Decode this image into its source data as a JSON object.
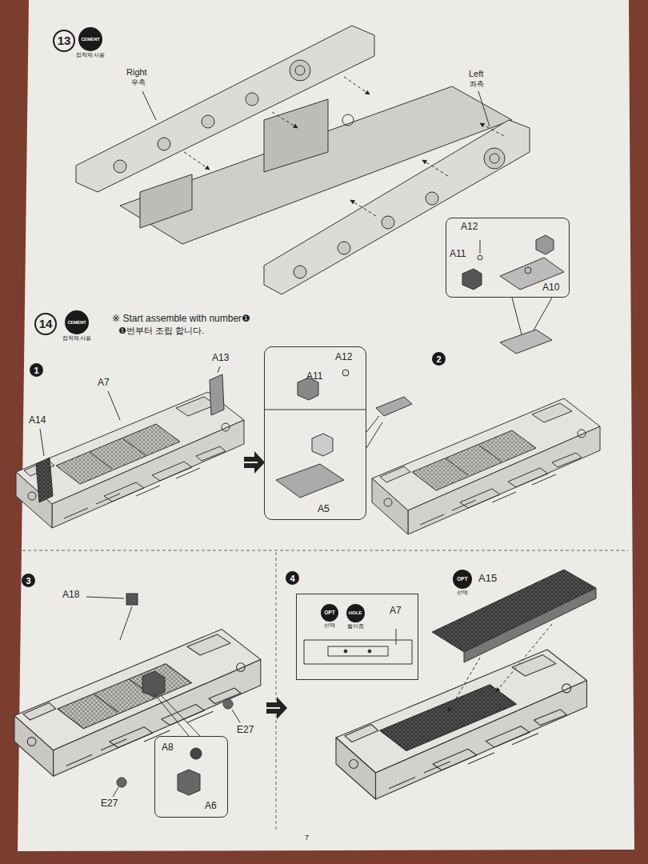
{
  "diagram": {
    "nodes": [
      {
        "text": [
          "13"
        ]
      },
      {
        "text": [
          "CEMENT",
          "접착제 사용"
        ]
      },
      {
        "text": [
          "A12",
          "A11",
          "A10"
        ]
      },
      {
        "text": [
          "14"
        ]
      },
      {
        "text": [
          "CEMENT",
          "접착제 사용"
        ]
      },
      {
        "text": [
          "1"
        ]
      },
      {
        "text": [
          "A12",
          "A11",
          "A5"
        ]
      },
      {
        "text": [
          "2"
        ]
      },
      {
        "text": [
          "3"
        ]
      },
      {
        "text": [
          "A8",
          "A6"
        ]
      },
      {
        "text": [
          "4"
        ]
      },
      {
        "text": [
          "A7"
        ]
      },
      {
        "text": [
          "OPT",
          "선택"
        ],
        "in": 11
      },
      {
        "text": [
          "HOLE",
          "뚫어줌"
        ],
        "in": 11
      },
      {
        "text": [
          "OPT",
          "선택"
        ]
      }
    ],
    "labels": [
      "Right",
      "우측",
      "Left",
      "좌측",
      "※ Start assemble with number❶",
      "❶번부터 조립 합니다.",
      "A7",
      "A13",
      "A14",
      "A18",
      "E27",
      "E27",
      "A15",
      "7"
    ]
  }
}
